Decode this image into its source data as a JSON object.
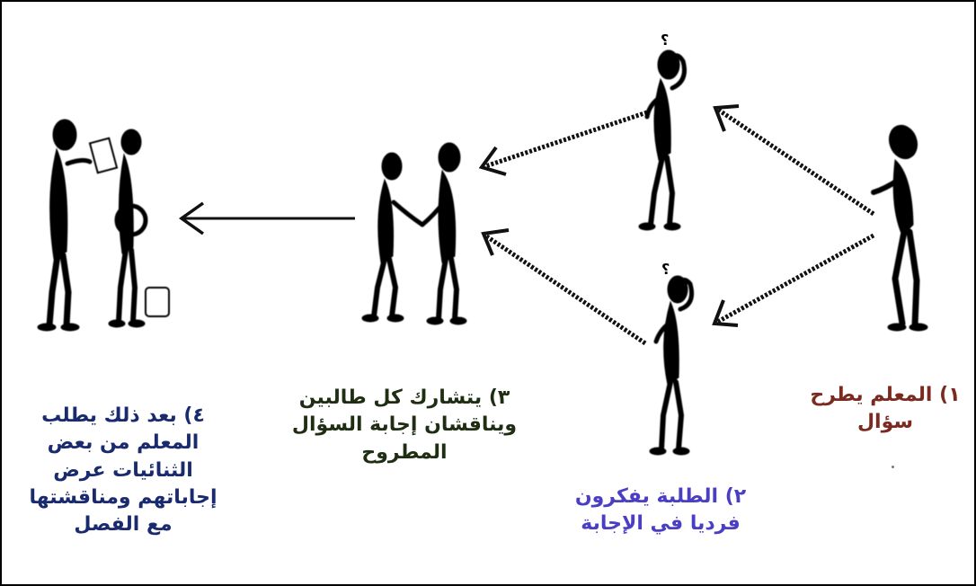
{
  "colors": {
    "step1": "#7a2a1f",
    "step2": "#4a3fc4",
    "step3": "#1f2e13",
    "step4": "#1a2a6e",
    "figures": "#000000",
    "arrows": "#111111"
  },
  "steps": [
    {
      "lines": [
        "١) المعلم يطرح",
        "سؤال"
      ]
    },
    {
      "lines": [
        "٢) الطلبة يفكرون",
        "فرديا في الإجابة"
      ]
    },
    {
      "lines": [
        "٣) يتشارك كل طالبين",
        "ويناقشان إجابة السؤال",
        "المطروح"
      ]
    },
    {
      "lines": [
        "٤) بعد ذلك يطلب",
        "المعلم من بعض",
        "الثنائيات عرض",
        "إجاباتهم ومناقشتها",
        "مع الفصل"
      ]
    }
  ],
  "thinking_marks": {
    "upper": "؟",
    "lower": "؟"
  }
}
